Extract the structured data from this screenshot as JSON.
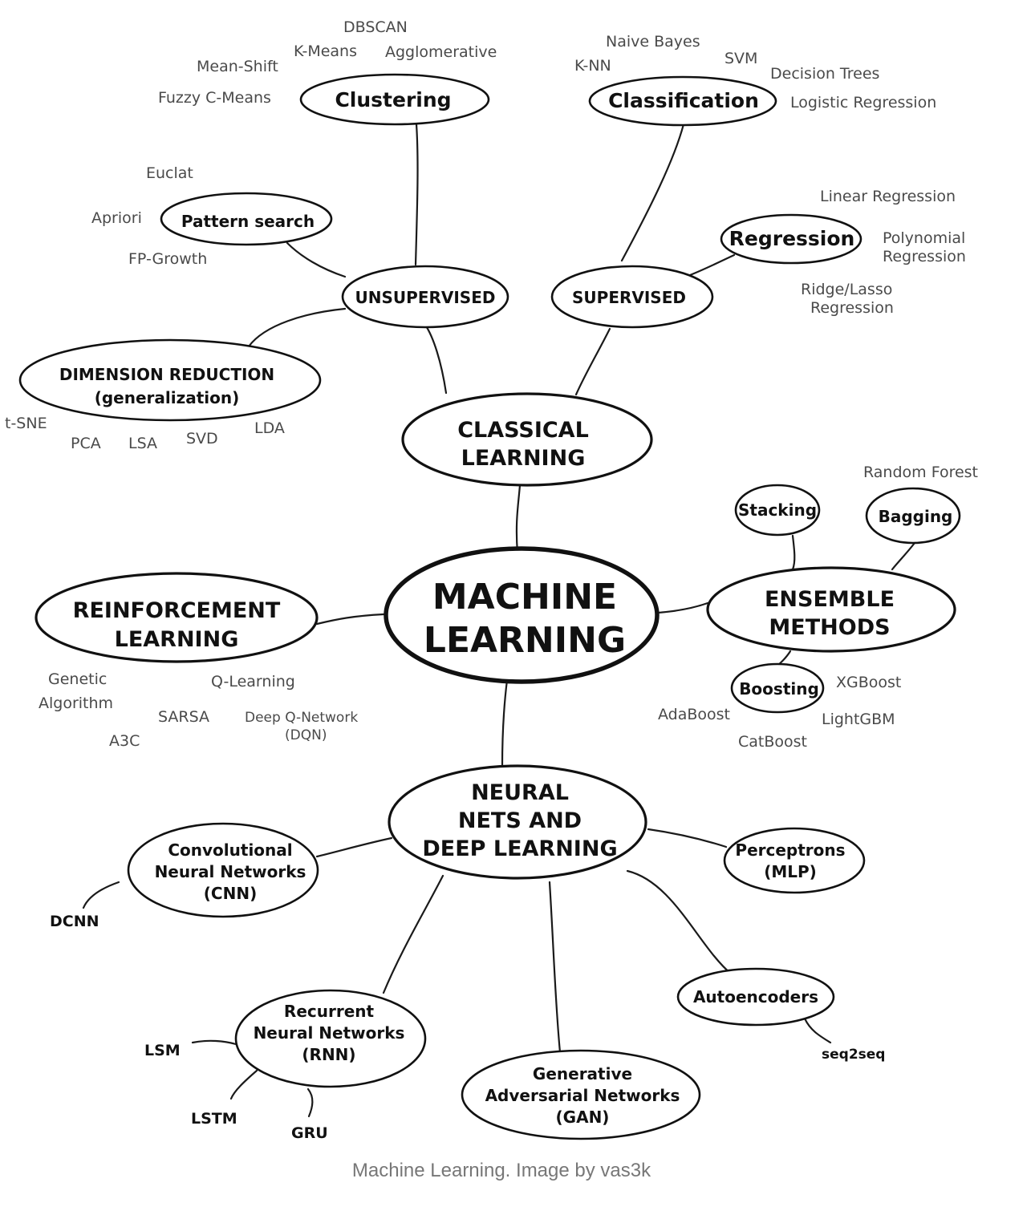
{
  "center": "MACHINE LEARNING",
  "classical": {
    "label": "CLASSICAL LEARNING",
    "unsupervised": {
      "label": "UNSUPERVISED",
      "clustering": {
        "label": "Clustering",
        "items": [
          "DBSCAN",
          "K-Means",
          "Agglomerative",
          "Mean-Shift",
          "Fuzzy C-Means"
        ]
      },
      "pattern_search": {
        "label": "Pattern search",
        "items": [
          "Euclat",
          "Apriori",
          "FP-Growth"
        ]
      },
      "dimension_reduction": {
        "label": "DIMENSION REDUCTION (generalization)",
        "items": [
          "t-SNE",
          "PCA",
          "LSA",
          "SVD",
          "LDA"
        ]
      }
    },
    "supervised": {
      "label": "SUPERVISED",
      "classification": {
        "label": "Classification",
        "items": [
          "Naive Bayes",
          "K-NN",
          "SVM",
          "Decision Trees",
          "Logistic Regression"
        ]
      },
      "regression": {
        "label": "Regression",
        "items": [
          "Linear Regression",
          "Polynomial Regression",
          "Ridge/Lasso Regression"
        ]
      }
    }
  },
  "ensemble": {
    "label": "ENSEMBLE METHODS",
    "stacking": {
      "label": "Stacking"
    },
    "bagging": {
      "label": "Bagging",
      "items": [
        "Random Forest"
      ]
    },
    "boosting": {
      "label": "Boosting",
      "items": [
        "XGBoost",
        "AdaBoost",
        "LightGBM",
        "CatBoost"
      ]
    }
  },
  "reinforcement": {
    "label": "REINFORCEMENT LEARNING",
    "items": [
      "Genetic Algorithm",
      "Q-Learning",
      "SARSA",
      "Deep Q-Network (DQN)",
      "A3C"
    ]
  },
  "neural": {
    "label": "NEURAL NETS AND DEEP LEARNING",
    "cnn": {
      "label": "Convolutional Neural Networks (CNN)",
      "items": [
        "DCNN"
      ]
    },
    "rnn": {
      "label": "Recurrent Neural Networks (RNN)",
      "items": [
        "LSM",
        "LSTM",
        "GRU"
      ]
    },
    "gan": {
      "label": "Generative Adversarial Networks (GAN)"
    },
    "autoencoders": {
      "label": "Autoencoders",
      "items": [
        "seq2seq"
      ]
    },
    "perceptrons": {
      "label": "Perceptrons (MLP)"
    }
  },
  "caption": "Machine Learning. Image by vas3k"
}
